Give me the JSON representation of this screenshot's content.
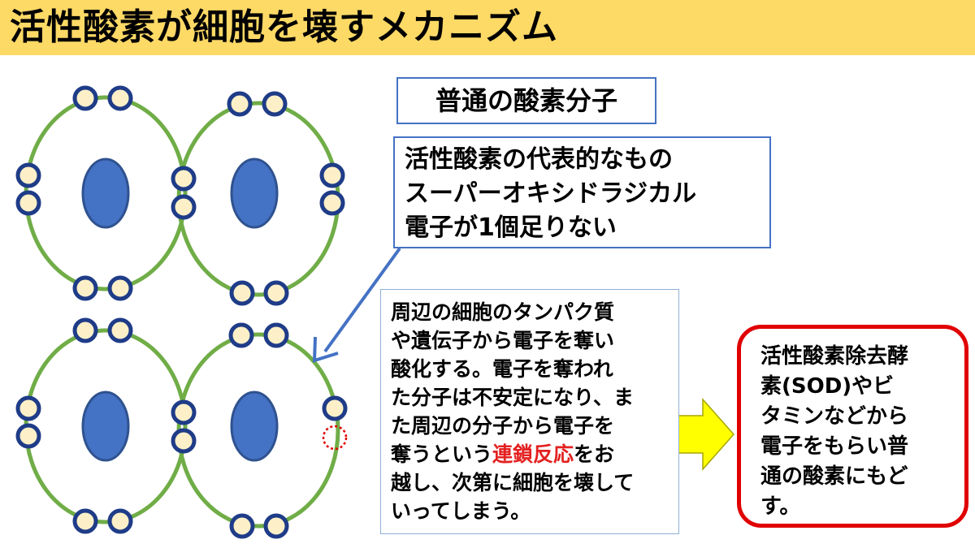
{
  "title": "活性酸素が細胞を壊すメカニズム",
  "normal_label": "普通の酸素分子",
  "radical": {
    "lines": [
      "活性酸素の代表的なもの",
      "スーパーオキシドラジカル",
      "電子が1個足りない"
    ]
  },
  "explanation": {
    "line1": "周辺の細胞のタンパク質",
    "line2": "や遺伝子から電子を奪い",
    "line3": "酸化する。電子を奪われ",
    "line4": "た分子は不安定になり、ま",
    "line5": "た周辺の分子から電子を",
    "line6_before": "奪うという",
    "line6_highlight": "連鎖反応",
    "line6_after": "をお",
    "line7": "越し、次第に細胞を壊して",
    "line8": "いってしまう。"
  },
  "sod": {
    "lines": [
      "活性酸素除去酵",
      "素(SOD)やビ",
      "タミンなどから",
      "電子をもらい普",
      "通の酸素にもど",
      "す。"
    ]
  },
  "colors": {
    "title_bar": "#fdd966",
    "orbit": "#70ad47",
    "nucleus": "#4472c4",
    "electron_fill": "#fdf0c8",
    "electron_stroke": "#1f3c88",
    "arrow_blue": "#4472c4",
    "arrow_yellow": "#ffff00",
    "highlight_red": "#e42020",
    "sod_border": "#e00000"
  }
}
